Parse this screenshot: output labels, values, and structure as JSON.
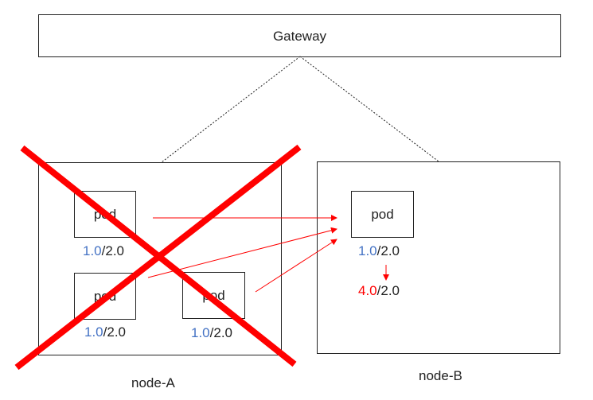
{
  "gateway": {
    "label": "Gateway"
  },
  "nodes": {
    "a": {
      "label": "node-A",
      "failed": true
    },
    "b": {
      "label": "node-B"
    }
  },
  "pods": [
    {
      "node": "node-A",
      "label": "pod",
      "current": "1.0",
      "sep": "/",
      "limit": "2.0"
    },
    {
      "node": "node-A",
      "label": "pod",
      "current": "1.0",
      "sep": "/",
      "limit": "2.0"
    },
    {
      "node": "node-A",
      "label": "pod",
      "current": "1.0",
      "sep": "/",
      "limit": "2.0"
    },
    {
      "node": "node-B",
      "label": "pod",
      "current": "1.0",
      "sep": "/",
      "limit": "2.0"
    }
  ],
  "node_b_result": {
    "current": "4.0",
    "sep": "/",
    "limit": "2.0"
  },
  "colors": {
    "current_value": "#4472c4",
    "overload_value": "#ff0000",
    "arrow": "#ff0000",
    "cross": "#ff0000",
    "line": "#222222"
  }
}
